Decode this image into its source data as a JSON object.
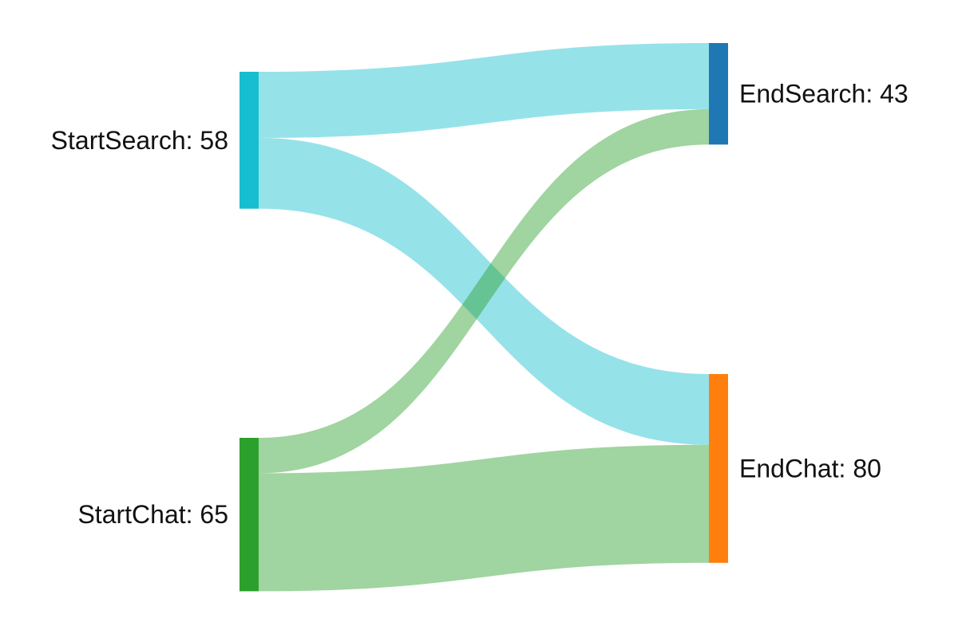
{
  "chart_data": {
    "type": "sankey",
    "nodes": [
      {
        "id": "StartSearch",
        "label": "StartSearch: 58",
        "value": 58,
        "column": "left",
        "color": "#17becf"
      },
      {
        "id": "StartChat",
        "label": "StartChat: 65",
        "value": 65,
        "column": "left",
        "color": "#2ca02c"
      },
      {
        "id": "EndSearch",
        "label": "EndSearch: 43",
        "value": 43,
        "column": "right",
        "color": "#1f77b4"
      },
      {
        "id": "EndChat",
        "label": "EndChat: 80",
        "value": 80,
        "column": "right",
        "color": "#ff7f0e"
      }
    ],
    "links": [
      {
        "source": "StartSearch",
        "target": "EndSearch",
        "value": 28
      },
      {
        "source": "StartSearch",
        "target": "EndChat",
        "value": 30
      },
      {
        "source": "StartChat",
        "target": "EndSearch",
        "value": 15
      },
      {
        "source": "StartChat",
        "target": "EndChat",
        "value": 50
      }
    ]
  }
}
